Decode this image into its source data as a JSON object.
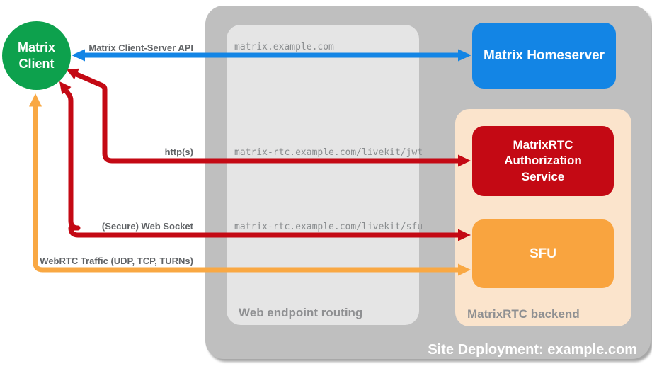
{
  "client": {
    "label": "Matrix Client"
  },
  "homeserver": {
    "label": "Matrix Homeserver"
  },
  "web_routing": {
    "label": "Web endpoint routing",
    "routes": {
      "homeserver": "matrix.example.com",
      "jwt": "matrix-rtc.example.com/livekit/jwt",
      "sfu": "matrix-rtc.example.com/livekit/sfu"
    }
  },
  "backend": {
    "label": "MatrixRTC backend",
    "auth_service_label": "MatrixRTC Authorization Service",
    "sfu_label": "SFU"
  },
  "edges": {
    "client_server_api": "Matrix Client-Server API",
    "https": "http(s)",
    "websocket": "(Secure) Web Socket",
    "webrtc": "WebRTC Traffic (UDP, TCP, TURNs)"
  },
  "deployment": {
    "site_label": "Site Deployment: example.com"
  },
  "colors": {
    "client_green": "#0da14d",
    "homeserver_blue": "#1385e5",
    "auth_red": "#c40914",
    "sfu_orange": "#f9a43f",
    "backend_peach": "#fbe4cc",
    "routing_gray": "#e5e5e5",
    "site_gray": "#bfbfbf"
  }
}
